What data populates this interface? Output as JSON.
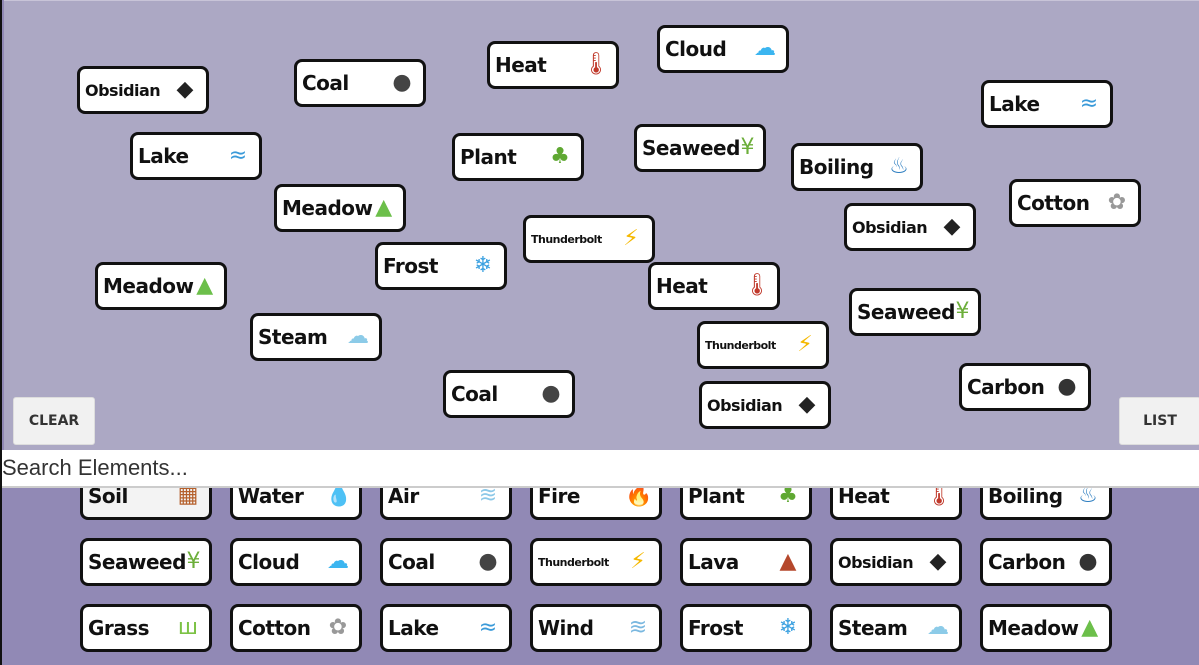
{
  "canvas_items": [
    {
      "label": "Obsidian",
      "icon": "obsidian-icon"
    },
    {
      "label": "Coal",
      "icon": "coal-icon"
    },
    {
      "label": "Heat",
      "icon": "heat-icon"
    },
    {
      "label": "Cloud",
      "icon": "cloud-icon"
    },
    {
      "label": "Lake",
      "icon": "lake-icon"
    },
    {
      "label": "Lake",
      "icon": "lake-icon"
    },
    {
      "label": "Plant",
      "icon": "plant-icon"
    },
    {
      "label": "Seaweed",
      "icon": "seaweed-icon"
    },
    {
      "label": "Boiling",
      "icon": "boiling-icon"
    },
    {
      "label": "Meadow",
      "icon": "meadow-icon"
    },
    {
      "label": "Thunderbolt",
      "icon": "thunderbolt-icon"
    },
    {
      "label": "Obsidian",
      "icon": "obsidian-icon"
    },
    {
      "label": "Cotton",
      "icon": "cotton-icon"
    },
    {
      "label": "Meadow",
      "icon": "meadow-icon"
    },
    {
      "label": "Frost",
      "icon": "frost-icon"
    },
    {
      "label": "Heat",
      "icon": "heat-icon"
    },
    {
      "label": "Seaweed",
      "icon": "seaweed-icon"
    },
    {
      "label": "Steam",
      "icon": "steam-icon"
    },
    {
      "label": "Thunderbolt",
      "icon": "thunderbolt-icon"
    },
    {
      "label": "Coal",
      "icon": "coal-icon"
    },
    {
      "label": "Obsidian",
      "icon": "obsidian-icon"
    },
    {
      "label": "Carbon",
      "icon": "carbon-icon"
    }
  ],
  "buttons": {
    "clear": "CLEAR",
    "list": "LIST"
  },
  "search": {
    "placeholder": "Search Elements..."
  },
  "library_items": [
    {
      "label": "Soil",
      "icon": "soil-icon"
    },
    {
      "label": "Water",
      "icon": "water-icon"
    },
    {
      "label": "Air",
      "icon": "air-icon"
    },
    {
      "label": "Fire",
      "icon": "fire-icon"
    },
    {
      "label": "Plant",
      "icon": "plant-icon"
    },
    {
      "label": "Heat",
      "icon": "heat-icon"
    },
    {
      "label": "Boiling",
      "icon": "boiling-icon"
    },
    {
      "label": "Seaweed",
      "icon": "seaweed-icon"
    },
    {
      "label": "Cloud",
      "icon": "cloud-icon"
    },
    {
      "label": "Coal",
      "icon": "coal-icon"
    },
    {
      "label": "Thunderbolt",
      "icon": "thunderbolt-icon"
    },
    {
      "label": "Lava",
      "icon": "lava-icon"
    },
    {
      "label": "Obsidian",
      "icon": "obsidian-icon"
    },
    {
      "label": "Carbon",
      "icon": "carbon-icon"
    },
    {
      "label": "Grass",
      "icon": "grass-icon"
    },
    {
      "label": "Cotton",
      "icon": "cotton-icon"
    },
    {
      "label": "Lake",
      "icon": "lake-icon"
    },
    {
      "label": "Wind",
      "icon": "wind-icon"
    },
    {
      "label": "Frost",
      "icon": "frost-icon"
    },
    {
      "label": "Steam",
      "icon": "steam-icon"
    },
    {
      "label": "Meadow",
      "icon": "meadow-icon"
    }
  ],
  "colors": {
    "canvas": "#aca8c4",
    "library": "#9189b5"
  }
}
